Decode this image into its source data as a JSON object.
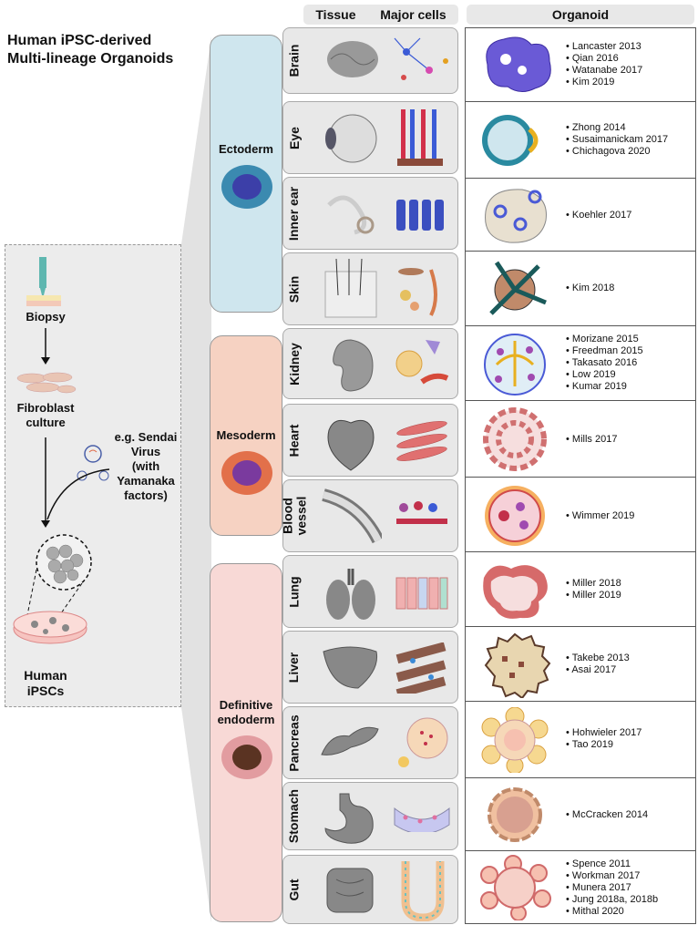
{
  "title": {
    "line1": "Human iPSC-derived",
    "line2": "Multi-lineage Organoids"
  },
  "headers": {
    "tissue": "Tissue",
    "cells": "Major cells",
    "organoid": "Organoid"
  },
  "workflow": {
    "biopsy": "Biopsy",
    "fibroblast_line1": "Fibroblast",
    "fibroblast_line2": "culture",
    "virus_lines": [
      "e.g. Sendai",
      "Virus",
      "(with",
      "Yamanaka",
      "factors)"
    ],
    "ipsc_line1": "Human",
    "ipsc_line2": "iPSCs"
  },
  "germ_layers": {
    "ectoderm": "Ectoderm",
    "mesoderm": "Mesoderm",
    "endoderm_line1": "Definitive",
    "endoderm_line2": "endoderm"
  },
  "rows": [
    {
      "tissue": "Brain",
      "refs": [
        "Lancaster 2013",
        "Qian 2016",
        "Watanabe 2017",
        "Kim 2019"
      ]
    },
    {
      "tissue": "Eye",
      "refs": [
        "Zhong 2014",
        "Susaimanickam 2017",
        "Chichagova 2020"
      ]
    },
    {
      "tissue": "Inner ear",
      "refs": [
        "Koehler 2017"
      ]
    },
    {
      "tissue": "Skin",
      "refs": [
        "Kim 2018"
      ]
    },
    {
      "tissue": "Kidney",
      "refs": [
        "Morizane 2015",
        "Freedman 2015",
        "Takasato 2016",
        "Low 2019",
        "Kumar 2019"
      ]
    },
    {
      "tissue": "Heart",
      "refs": [
        "Mills 2017"
      ]
    },
    {
      "tissue_line1": "Blood",
      "tissue_line2": "vessel",
      "refs": [
        "Wimmer 2019"
      ]
    },
    {
      "tissue": "Lung",
      "refs": [
        "Miller 2018",
        "Miller 2019"
      ]
    },
    {
      "tissue": "Liver",
      "refs": [
        "Takebe 2013",
        "Asai 2017"
      ]
    },
    {
      "tissue": "Pancreas",
      "refs": [
        "Hohwieler 2017",
        "Tao 2019"
      ]
    },
    {
      "tissue": "Stomach",
      "refs": [
        "McCracken 2014"
      ]
    },
    {
      "tissue": "Gut",
      "refs": [
        "Spence 2011",
        "Workman 2017",
        "Munera 2017",
        "Jung 2018a, 2018b",
        "Mithal 2020"
      ]
    }
  ],
  "colors": {
    "ectoderm": "#cfe6ee",
    "mesoderm": "#f6d2c2",
    "endoderm": "#f8d9d6",
    "panel": "#ececec"
  }
}
